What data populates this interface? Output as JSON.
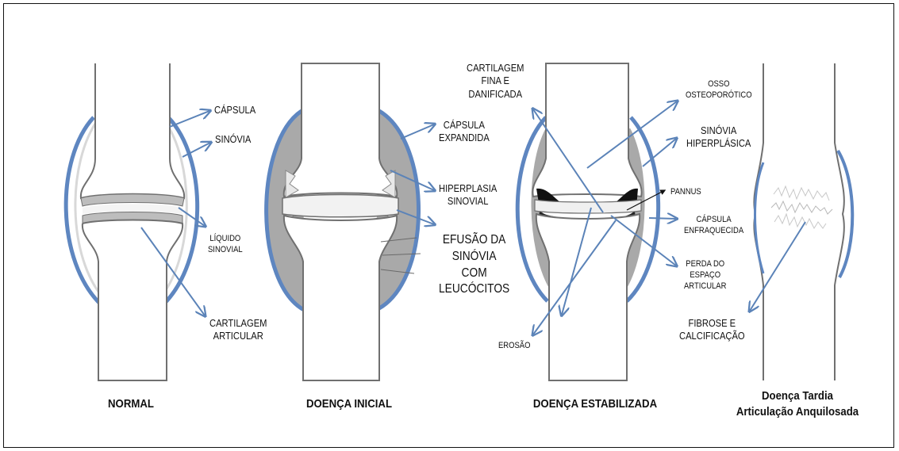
{
  "stages": {
    "normal": {
      "title": "NORMAL",
      "labels": {
        "capsula": "CÁPSULA",
        "sinovia": "SINÓVIA",
        "liquido_1": "LÍQUIDO",
        "liquido_2": "SINOVIAL",
        "cartilagem_1": "CARTILAGEM",
        "cartilagem_2": "ARTICULAR"
      }
    },
    "inicial": {
      "title": "DOENÇA INICIAL",
      "labels": {
        "capsula_1": "CÁPSULA",
        "capsula_2": "EXPANDIDA",
        "hiperplasia_1": "HIPERPLASIA",
        "hiperplasia_2": "SINOVIAL",
        "efusao_1": "EFUSÃO DA",
        "efusao_2": "SINÓVIA",
        "efusao_3": "COM",
        "efusao_4": "LEUCÓCITOS"
      }
    },
    "estabilizada": {
      "title": "DOENÇA ESTABILIZADA",
      "labels": {
        "cartilagem_1": "CARTILAGEM",
        "cartilagem_2": "FINA E",
        "cartilagem_3": "DANIFICADA",
        "osso_1": "OSSO",
        "osso_2": "OSTEOPORÓTICO",
        "sinovia_1": "SINÓVIA",
        "sinovia_2": "HIPERPLÁSICA",
        "pannus": "PANNUS",
        "capsula_1": "CÁPSULA",
        "capsula_2": "ENFRAQUECIDA",
        "perda_1": "PERDA DO",
        "perda_2": "ESPAÇO",
        "perda_3": "ARTICULAR",
        "erosao": "EROSÃO"
      }
    },
    "tardia": {
      "title_1": "Doença Tardia",
      "title_2": "Articulação Anquilosada",
      "labels": {
        "fibrose_1": "FIBROSE E",
        "fibrose_2": "CALCIFICAÇÃO"
      }
    }
  },
  "colors": {
    "arrow": "#5b83b8",
    "capsule": "#5e86c0",
    "synovium_gray": "#a9a9a9",
    "outline": "#6f6f6f",
    "bone_fill": "#ffffff"
  }
}
